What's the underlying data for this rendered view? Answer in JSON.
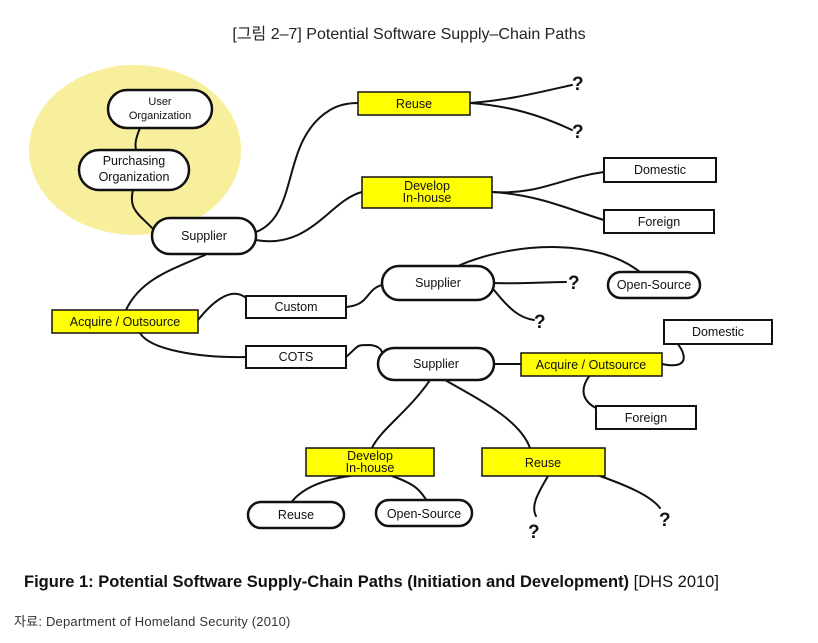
{
  "header_title": "[그림 2–7] Potential Software Supply–Chain Paths",
  "nodes": {
    "user_org_line1": "User",
    "user_org_line2": "Organization",
    "purchasing_line1": "Purchasing",
    "purchasing_line2": "Organization",
    "supplier_top": "Supplier",
    "reuse_top": "Reuse",
    "develop_top_line1": "Develop",
    "develop_top_line2": "In-house",
    "domestic_top": "Domestic",
    "foreign_top": "Foreign",
    "acquire_left": "Acquire / Outsource",
    "custom": "Custom",
    "cots": "COTS",
    "supplier_mid": "Supplier",
    "open_source_mid": "Open-Source",
    "supplier_low": "Supplier",
    "acquire_right": "Acquire / Outsource",
    "domestic_right": "Domestic",
    "foreign_right": "Foreign",
    "develop_low_line1": "Develop",
    "develop_low_line2": "In-house",
    "reuse_low": "Reuse",
    "reuse_bottom": "Reuse",
    "open_source_bottom": "Open-Source",
    "question_mark": "?"
  },
  "caption": {
    "bold": "Figure 1: Potential Software Supply-Chain Paths (Initiation and Development)",
    "ref": " [DHS 2010]"
  },
  "source": "자료: Department of Homeland Security (2010)",
  "colors": {
    "highlight": "#ffff00",
    "halo": "#f7ef9c",
    "stroke": "#111111"
  }
}
